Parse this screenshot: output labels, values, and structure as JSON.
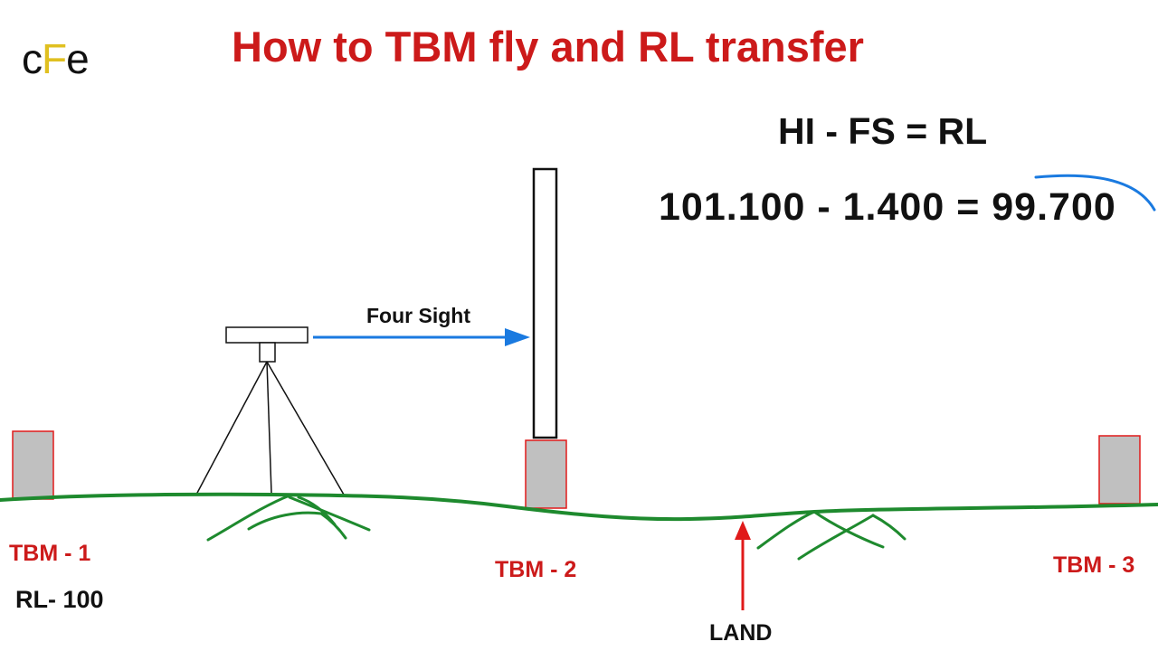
{
  "logo": {
    "c": "c",
    "f": "F",
    "e": "e"
  },
  "title": "How to TBM fly and RL transfer",
  "formula": "HI - FS = RL",
  "calculation": "101.100 - 1.400 = 99.700",
  "sight_label": "Four Sight",
  "benchmarks": [
    "TBM - 1",
    "TBM - 2",
    "TBM - 3"
  ],
  "rl_label": "RL- 100",
  "land_label": "LAND",
  "colors": {
    "title": "#cc1a1a",
    "ground": "#1e8a2e",
    "sight_arrow": "#1a7ae0",
    "land_arrow": "#e01a1a",
    "benchmark_fill": "#c0c0c0",
    "benchmark_border": "#e01a1a",
    "logo_accent": "#e0c020"
  }
}
